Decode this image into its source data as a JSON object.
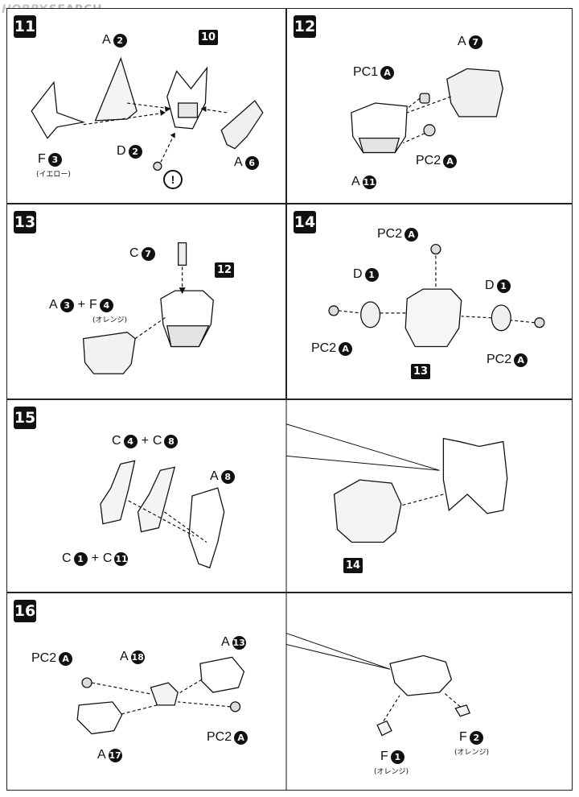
{
  "watermark": {
    "brand": "HOBBY",
    "text": "SEARCH"
  },
  "steps": {
    "s11": {
      "num": "11",
      "a2": "A",
      "a2n": "2",
      "p10": "10",
      "f3": "F",
      "f3n": "3",
      "f3note": "(イエロー)",
      "d2": "D",
      "d2n": "2",
      "a6": "A",
      "a6n": "6",
      "warn": "!"
    },
    "s12": {
      "num": "12",
      "a7": "A",
      "a7n": "7",
      "pc1": "PC1",
      "pc1n": "A",
      "pc2": "PC2",
      "pc2n": "A",
      "a11": "A",
      "a11n": "11"
    },
    "s13": {
      "num": "13",
      "c7": "C",
      "c7n": "7",
      "p12": "12",
      "a3": "A",
      "a3n": "3",
      "plus": "+",
      "f4": "F",
      "f4n": "4",
      "f4note": "(オレンジ)"
    },
    "s14": {
      "num": "14",
      "pc2top": "PC2",
      "pc2topn": "A",
      "d1l": "D",
      "d1ln": "1",
      "d1r": "D",
      "d1rn": "1",
      "pc2l": "PC2",
      "pc2ln": "A",
      "pc2r": "PC2",
      "pc2rn": "A",
      "p13": "13"
    },
    "s15": {
      "num": "15",
      "c4": "C",
      "c4n": "4",
      "plus1": "+",
      "c8": "C",
      "c8n": "8",
      "a8": "A",
      "a8n": "8",
      "c1": "C",
      "c1n": "1",
      "plus2": "+",
      "c11": "C",
      "c11n": "11",
      "p14": "14"
    },
    "s16": {
      "num": "16",
      "pc2a": "PC2",
      "pc2an": "A",
      "a18": "A",
      "a18n": "18",
      "a13": "A",
      "a13n": "13",
      "pc2b": "PC2",
      "pc2bn": "A",
      "a17": "A",
      "a17n": "17",
      "f1": "F",
      "f1n": "1",
      "f1note": "(オレンジ)",
      "f2": "F",
      "f2n": "2",
      "f2note": "(オレンジ)"
    }
  }
}
